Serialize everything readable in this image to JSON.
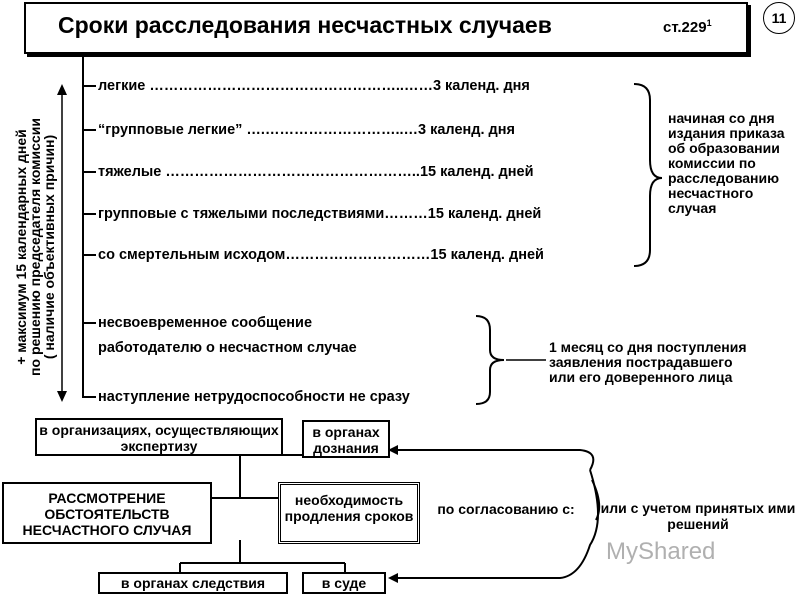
{
  "header": {
    "title": "Сроки расследования несчастных случаев",
    "article": "ст.229",
    "article_sup": "1",
    "page_number": "11"
  },
  "side_note": {
    "line1": "+ максимум 15 календарных дней",
    "line2": "по решению председателя комиссии",
    "line3": "( наличие объективных причин)"
  },
  "categories": [
    {
      "label": "легкие ……………………………………………..……3  календ. дня"
    },
    {
      "label": "“групповые легкие”  ….………………………..…3  календ. дня"
    },
    {
      "label": "тяжелые ……………………………………………..15  календ. дней"
    },
    {
      "label": "групповые с тяжелыми последствиями………15  календ. дней"
    },
    {
      "label": "со смертельным исходом…………………………15  календ. дней"
    }
  ],
  "brace_note": "начиная со дня издания приказа об образовании комиссии по расследованию несчастного случая",
  "special_cases": [
    {
      "label": "несвоевременное сообщение"
    },
    {
      "label": "работодателю о несчастном случае"
    },
    {
      "label": "наступление нетрудоспособности не сразу"
    }
  ],
  "special_note": {
    "line1": "1 месяц со дня поступления",
    "line2": "заявления пострадавшего",
    "line3": "или его доверенного лица"
  },
  "bottom": {
    "expertise_box": "в организациях, осуществляющих экспертизу",
    "inquiry_box": "в органах дознания",
    "main_box": "РАССМОТРЕНИЕ ОБСТОЯТЕЛЬСТВ НЕСЧАСТНОГО СЛУЧАЯ",
    "extension_box": "необходимость продления сроков",
    "agreement_text": "по согласованию с:",
    "decisions_text": "или с учетом принятых ими решений",
    "investigation_box": "в органах следствия",
    "court_box": "в суде"
  },
  "watermark": "MyShared"
}
